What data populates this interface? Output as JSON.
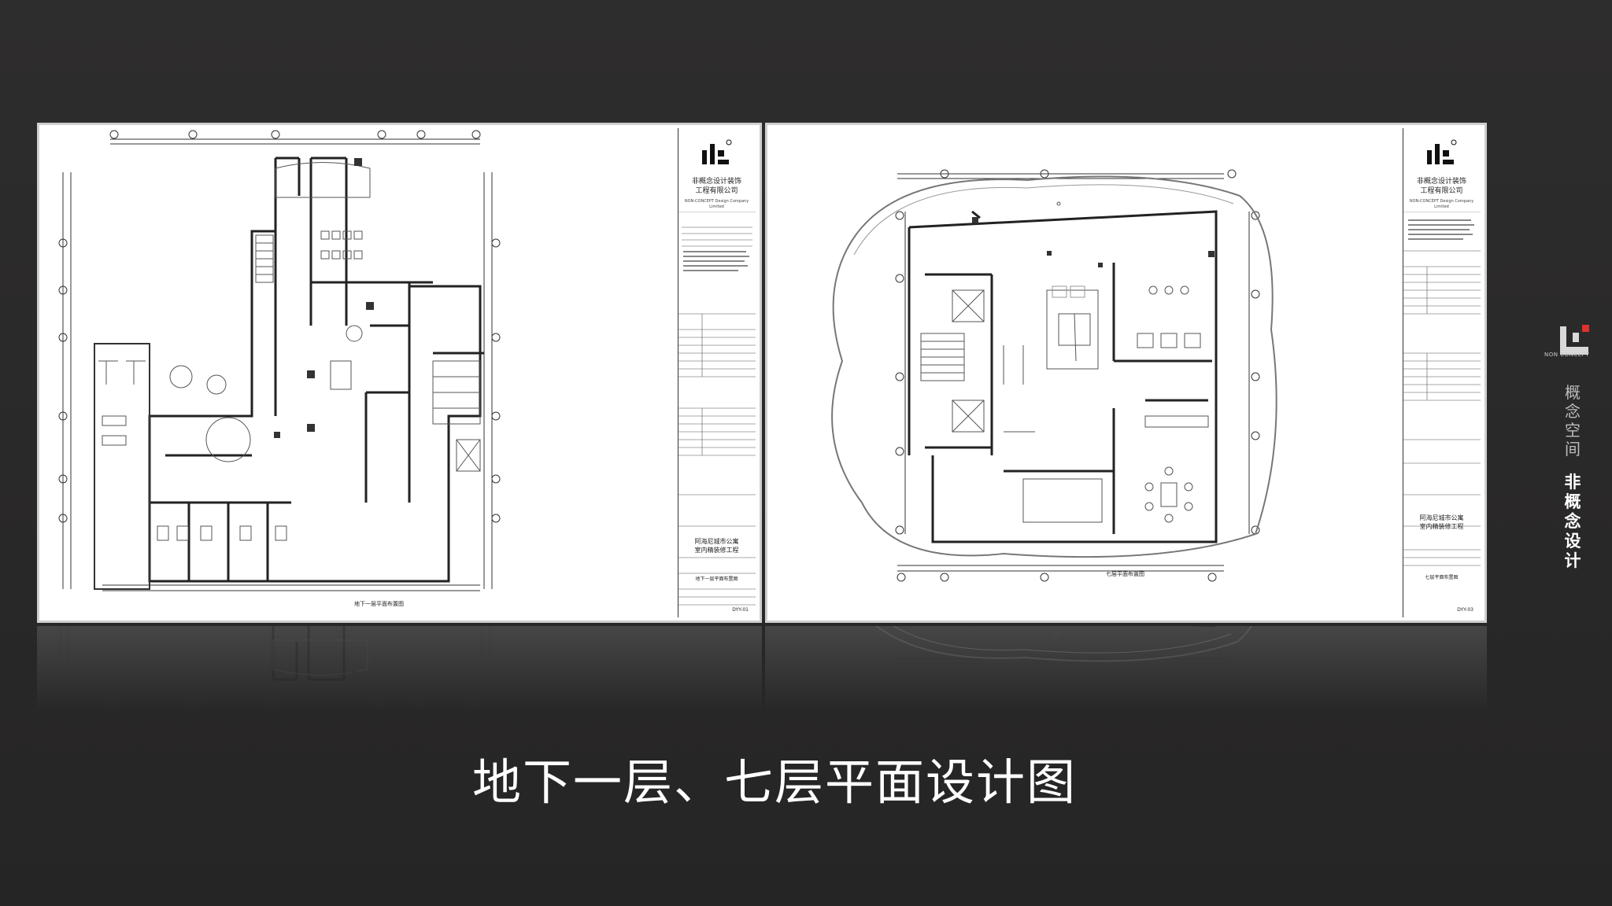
{
  "slide": {
    "title": "地下一层、七层平面设计图"
  },
  "brand": {
    "logo_text": "NON CONCEPT",
    "subtitle": "概念空间",
    "name": "非概念设计",
    "accent_color": "#e0312b"
  },
  "sheets": [
    {
      "company": "非概念设计装饰\n工程有限公司",
      "company_en": "NON-CONCEPT Design Company Limited",
      "project": "阿海尼城市公寓\n室内精装修工程",
      "drawing_title": "地下一层平面布置图",
      "plan_caption": "地下一层平面布置图",
      "drawing_number": "DYY-01"
    },
    {
      "company": "非概念设计装饰\n工程有限公司",
      "company_en": "NON-CONCEPT Design Company Limited",
      "project": "阿海尼城市公寓\n室内精装修工程",
      "drawing_title": "七层平面布置图",
      "plan_caption": "七层平面布置图",
      "drawing_number": "DYY-03"
    }
  ]
}
